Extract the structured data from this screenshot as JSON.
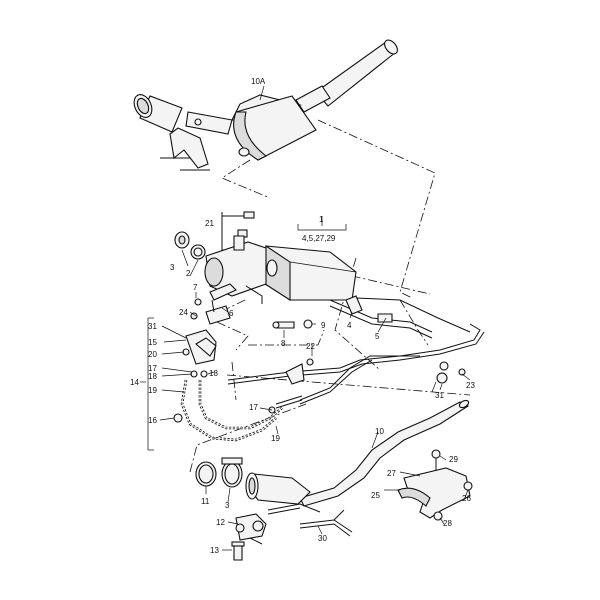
{
  "callouts": [
    {
      "id": "10A",
      "text": "10A"
    },
    {
      "id": "1",
      "text": "1"
    },
    {
      "id": "1sub",
      "text": "4,5,27,29"
    },
    {
      "id": "2",
      "text": "2"
    },
    {
      "id": "3a",
      "text": "3"
    },
    {
      "id": "3b",
      "text": "3"
    },
    {
      "id": "4",
      "text": "4"
    },
    {
      "id": "5",
      "text": "5"
    },
    {
      "id": "6",
      "text": "6"
    },
    {
      "id": "7",
      "text": "7"
    },
    {
      "id": "8",
      "text": "8"
    },
    {
      "id": "9",
      "text": "9"
    },
    {
      "id": "10",
      "text": "10"
    },
    {
      "id": "11",
      "text": "11"
    },
    {
      "id": "12",
      "text": "12"
    },
    {
      "id": "13",
      "text": "13"
    },
    {
      "id": "14",
      "text": "14"
    },
    {
      "id": "15",
      "text": "15"
    },
    {
      "id": "16",
      "text": "16"
    },
    {
      "id": "17a",
      "text": "17"
    },
    {
      "id": "17b",
      "text": "17"
    },
    {
      "id": "18a",
      "text": "18"
    },
    {
      "id": "18b",
      "text": "18"
    },
    {
      "id": "19a",
      "text": "19"
    },
    {
      "id": "19b",
      "text": "19"
    },
    {
      "id": "20",
      "text": "20"
    },
    {
      "id": "21",
      "text": "21"
    },
    {
      "id": "22",
      "text": "22"
    },
    {
      "id": "23",
      "text": "23"
    },
    {
      "id": "24",
      "text": "24"
    },
    {
      "id": "25",
      "text": "25"
    },
    {
      "id": "26",
      "text": "26"
    },
    {
      "id": "27",
      "text": "27"
    },
    {
      "id": "28",
      "text": "28"
    },
    {
      "id": "29",
      "text": "29"
    },
    {
      "id": "30",
      "text": "30"
    },
    {
      "id": "31a",
      "text": "31"
    },
    {
      "id": "31b",
      "text": "31"
    }
  ]
}
